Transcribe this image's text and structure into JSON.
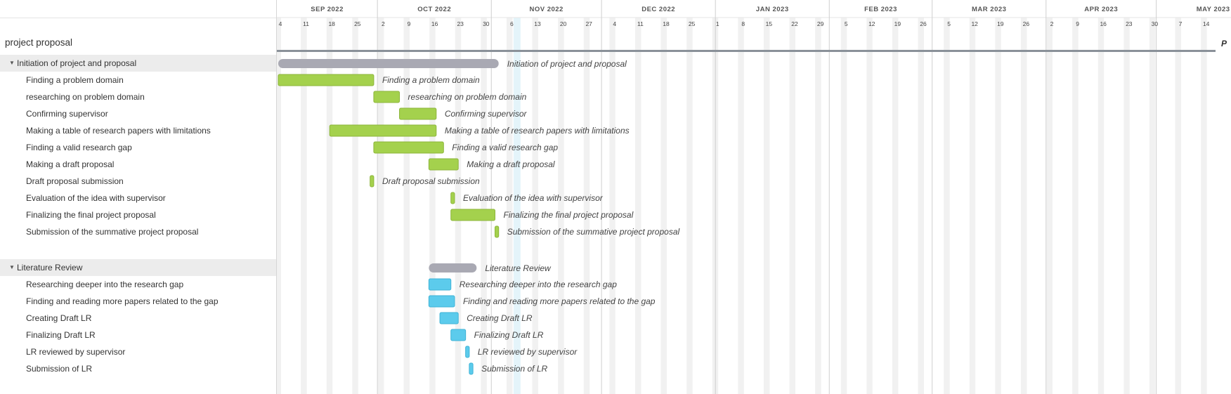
{
  "project": {
    "title": "project proposal",
    "edge_label": "P"
  },
  "timeline": {
    "months": [
      "SEP 2022",
      "OCT 2022",
      "NOV 2022",
      "DEC 2022",
      "JAN 2023",
      "FEB 2023",
      "MAR 2023",
      "APR 2023",
      "MAY 2023"
    ],
    "week_starts": [
      "2022-09-04",
      "2022-09-11",
      "2022-09-18",
      "2022-09-25",
      "2022-10-02",
      "2022-10-09",
      "2022-10-16",
      "2022-10-23",
      "2022-10-30",
      "2022-11-06",
      "2022-11-13",
      "2022-11-20",
      "2022-11-27",
      "2022-12-04",
      "2022-12-11",
      "2022-12-18",
      "2022-12-25",
      "2023-01-01",
      "2023-01-08",
      "2023-01-15",
      "2023-01-22",
      "2023-01-29",
      "2023-02-05",
      "2023-02-12",
      "2023-02-19",
      "2023-02-26",
      "2023-03-05",
      "2023-03-12",
      "2023-03-19",
      "2023-03-26",
      "2023-04-02",
      "2023-04-09",
      "2023-04-16",
      "2023-04-23",
      "2023-04-30",
      "2023-05-07",
      "2023-05-14"
    ],
    "day_labels": [
      "4",
      "11",
      "18",
      "25",
      "2",
      "9",
      "16",
      "23",
      "30",
      "6",
      "13",
      "20",
      "27",
      "4",
      "11",
      "18",
      "25",
      "1",
      "8",
      "15",
      "22",
      "29",
      "5",
      "12",
      "19",
      "26",
      "5",
      "12",
      "19",
      "26",
      "2",
      "9",
      "16",
      "23",
      "30",
      "7",
      "14"
    ],
    "today": "2022-11-08"
  },
  "groups": [
    {
      "name": "Initiation of project and proposal",
      "start": "2022-09-04",
      "end": "2022-11-03",
      "color": "#a9a9b3",
      "tasks": [
        {
          "name": "Finding a problem domain",
          "start": "2022-09-04",
          "end": "2022-09-30"
        },
        {
          "name": "researching on problem domain",
          "start": "2022-09-30",
          "end": "2022-10-07"
        },
        {
          "name": "Confirming supervisor",
          "start": "2022-10-07",
          "end": "2022-10-17"
        },
        {
          "name": "Making a table of research papers with limitations",
          "start": "2022-09-18",
          "end": "2022-10-17"
        },
        {
          "name": "Finding a valid research gap",
          "start": "2022-09-30",
          "end": "2022-10-19"
        },
        {
          "name": "Making a draft proposal",
          "start": "2022-10-15",
          "end": "2022-10-23"
        },
        {
          "name": "Draft proposal submission",
          "start": "2022-09-29",
          "end": "2022-09-30"
        },
        {
          "name": "Evaluation of the idea with supervisor",
          "start": "2022-10-21",
          "end": "2022-10-22"
        },
        {
          "name": "Finalizing the final project proposal",
          "start": "2022-10-21",
          "end": "2022-11-02"
        },
        {
          "name": "Submission of the summative project proposal",
          "start": "2022-11-02",
          "end": "2022-11-03"
        }
      ]
    },
    {
      "name": "Literature Review",
      "start": "2022-10-15",
      "end": "2022-10-28",
      "color": "#a9a9b3",
      "tasks": [
        {
          "name": "Researching deeper into the research gap",
          "start": "2022-10-15",
          "end": "2022-10-21"
        },
        {
          "name": "Finding and reading more papers related to the gap",
          "start": "2022-10-15",
          "end": "2022-10-22"
        },
        {
          "name": "Creating Draft LR",
          "start": "2022-10-18",
          "end": "2022-10-23"
        },
        {
          "name": "Finalizing Draft LR",
          "start": "2022-10-21",
          "end": "2022-10-25"
        },
        {
          "name": "LR reviewed by supervisor",
          "start": "2022-10-25",
          "end": "2022-10-26"
        },
        {
          "name": "Submission of LR",
          "start": "2022-10-26",
          "end": "2022-10-27"
        }
      ]
    }
  ],
  "colors": {
    "group_bar": "#a9a9b3",
    "phase1_task": "#a4d14d",
    "phase1_task_border": "#8cb53a",
    "phase2_task": "#5ccbec",
    "phase2_task_border": "#3fb3d6",
    "project_line": "#8a9199",
    "today": "#d9f0f8"
  }
}
